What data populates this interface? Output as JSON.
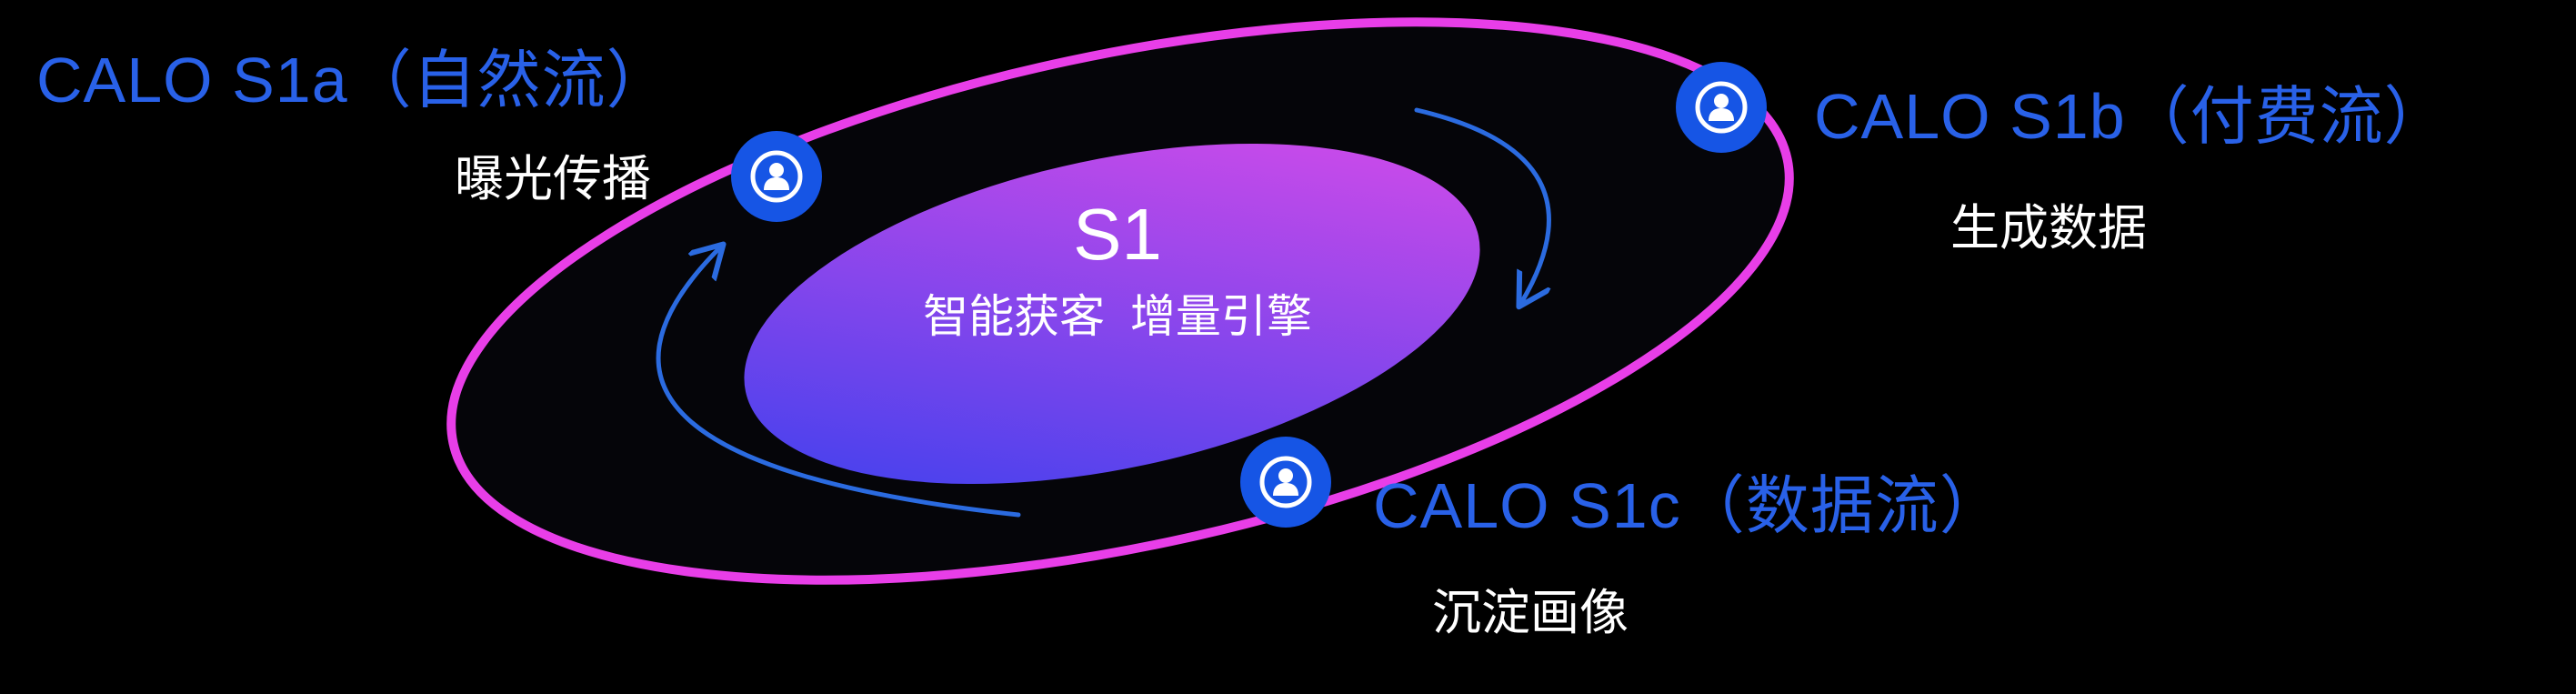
{
  "diagram": {
    "core": {
      "title": "S1",
      "subtitle": "智能获客  增量引擎"
    },
    "nodes": [
      {
        "id": "s1a",
        "label": "CALO S1a（自然流）",
        "sublabel": "曝光传播",
        "icon": "person-badge-icon"
      },
      {
        "id": "s1b",
        "label": "CALO S1b（付费流）",
        "sublabel": "生成数据",
        "icon": "person-badge-icon"
      },
      {
        "id": "s1c",
        "label": "CALO S1c（数据流）",
        "sublabel": "沉淀画像",
        "icon": "person-badge-icon"
      }
    ],
    "colors": {
      "background": "#000000",
      "label_blue": "#2961e8",
      "node_blue": "#1655e5",
      "ring_magenta": "#e83ee8",
      "ring_fill": "#050509",
      "gradient_start": "#3440ee",
      "gradient_end": "#df4ce9",
      "arrow_blue": "#2b6be0",
      "text_white": "#ffffff"
    }
  }
}
